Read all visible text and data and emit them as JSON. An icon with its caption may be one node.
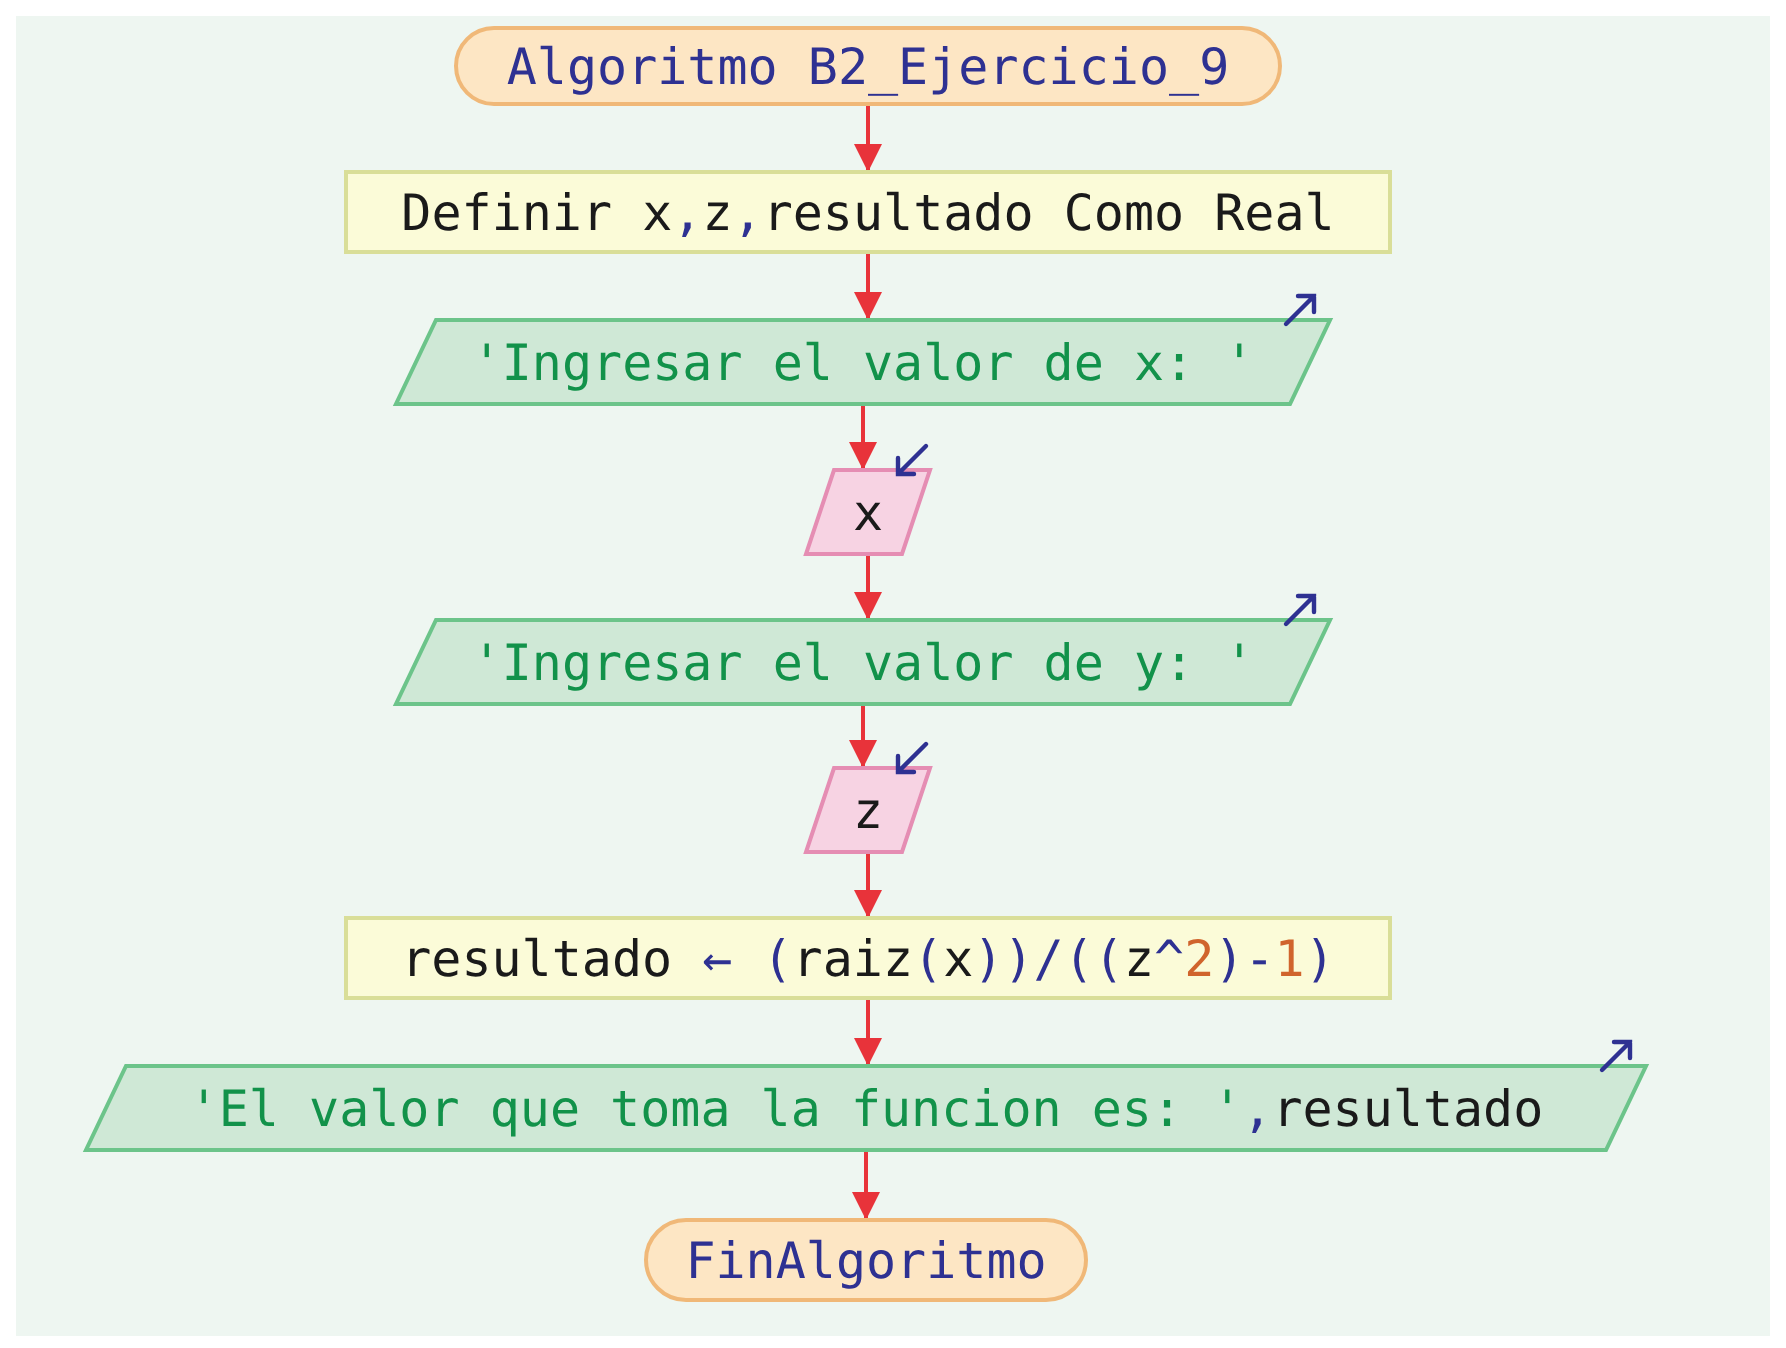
{
  "diagram": {
    "nodes": [
      {
        "text": [
          "Algoritmo B2_Ejercicio_9"
        ]
      },
      {
        "text": [
          "Definir x,z,resultado Como Real"
        ]
      },
      {
        "text": [
          "'Ingresar el valor de x: '"
        ]
      },
      {
        "text": [
          "x"
        ]
      },
      {
        "text": [
          "'Ingresar el valor de y: '"
        ]
      },
      {
        "text": [
          "z"
        ]
      },
      {
        "text": [
          "resultado ← (raiz(x))/((z^2)-1)"
        ]
      },
      {
        "text": [
          "'El valor que toma la funcion es: ',resultado"
        ]
      },
      {
        "text": [
          "FinAlgoritmo"
        ]
      }
    ],
    "edges": [
      {
        "from": 0,
        "to": 1,
        "arrow": "to"
      },
      {
        "from": 1,
        "to": 2,
        "arrow": "to"
      },
      {
        "from": 2,
        "to": 3,
        "arrow": "to"
      },
      {
        "from": 3,
        "to": 4,
        "arrow": "to"
      },
      {
        "from": 4,
        "to": 5,
        "arrow": "to"
      },
      {
        "from": 5,
        "to": 6,
        "arrow": "to"
      },
      {
        "from": 6,
        "to": 7,
        "arrow": "to"
      },
      {
        "from": 7,
        "to": 8,
        "arrow": "to"
      }
    ]
  }
}
